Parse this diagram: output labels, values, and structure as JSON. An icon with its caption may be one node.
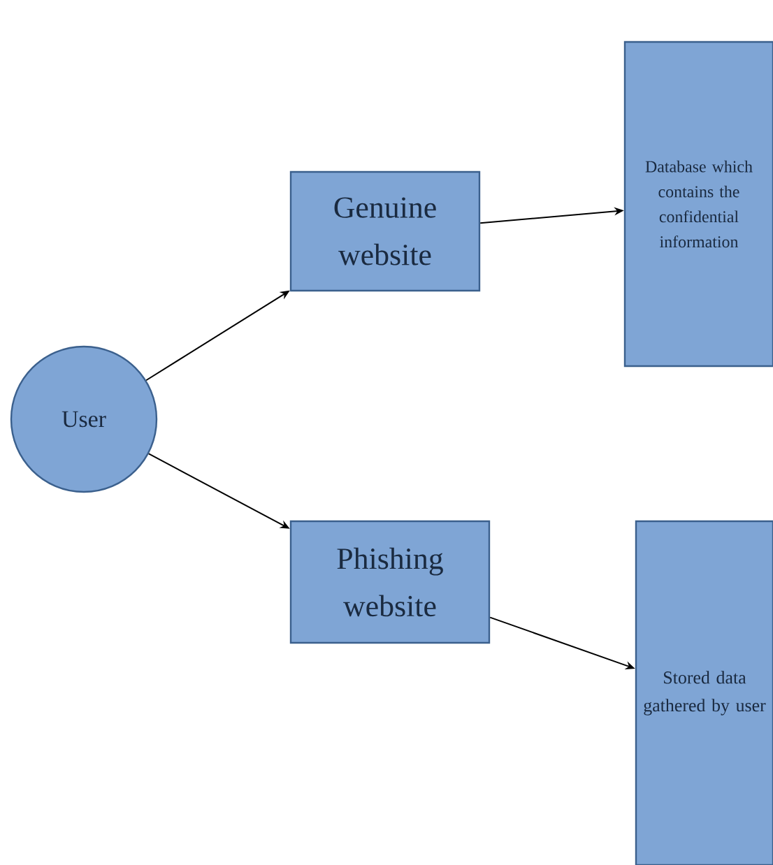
{
  "diagram": {
    "nodes": [
      {
        "text": [
          "User"
        ]
      },
      {
        "text": [
          "Genuine website"
        ]
      },
      {
        "text": [
          "Database which contains the confidential information"
        ]
      },
      {
        "text": [
          "Phishing website"
        ]
      },
      {
        "text": [
          "Stored data gathered by user"
        ]
      }
    ],
    "edges": [
      {
        "from": 0,
        "to": 1,
        "arrow": "to"
      },
      {
        "from": 1,
        "to": 2,
        "arrow": "to"
      },
      {
        "from": 0,
        "to": 3,
        "arrow": "to"
      },
      {
        "from": 3,
        "to": 4,
        "arrow": "to"
      }
    ]
  }
}
